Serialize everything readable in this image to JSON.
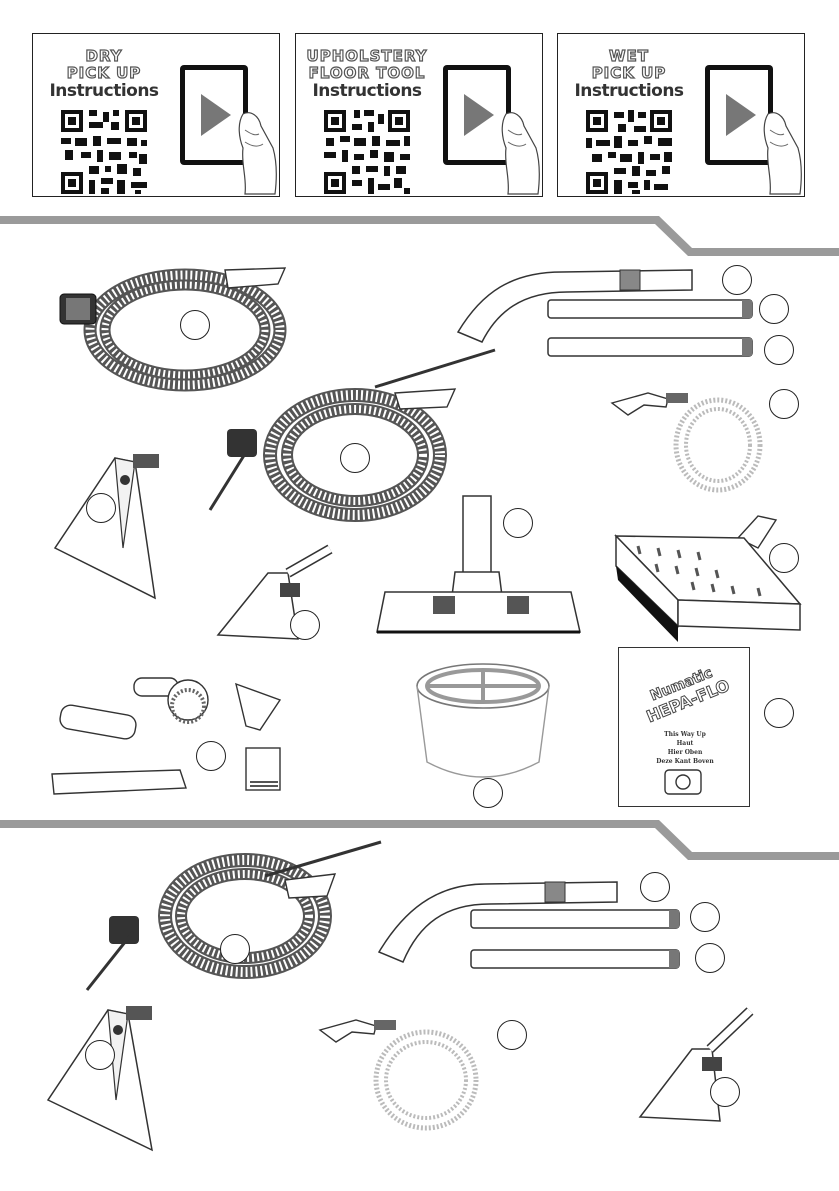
{
  "qr_cards": [
    {
      "lines": [
        "DRY",
        "PICK UP"
      ],
      "subtitle": "Instructions"
    },
    {
      "lines": [
        "UPHOLSTERY",
        "FLOOR TOOL"
      ],
      "subtitle": "Instructions"
    },
    {
      "lines": [
        "WET",
        "PICK UP"
      ],
      "subtitle": "Instructions"
    }
  ],
  "bag": {
    "brand_line1": "Numatic",
    "brand_line2": "HEPA-FLO",
    "texts": [
      "This Way Up",
      "Haut",
      "Hier Oben",
      "Deze Kant Boven"
    ]
  },
  "icons": [
    "play-icon",
    "qr-code-icon",
    "tablet-icon",
    "hand-icon"
  ],
  "colors": {
    "band": "#9a9a9a",
    "outline": "#222222",
    "accent": "#777777"
  }
}
